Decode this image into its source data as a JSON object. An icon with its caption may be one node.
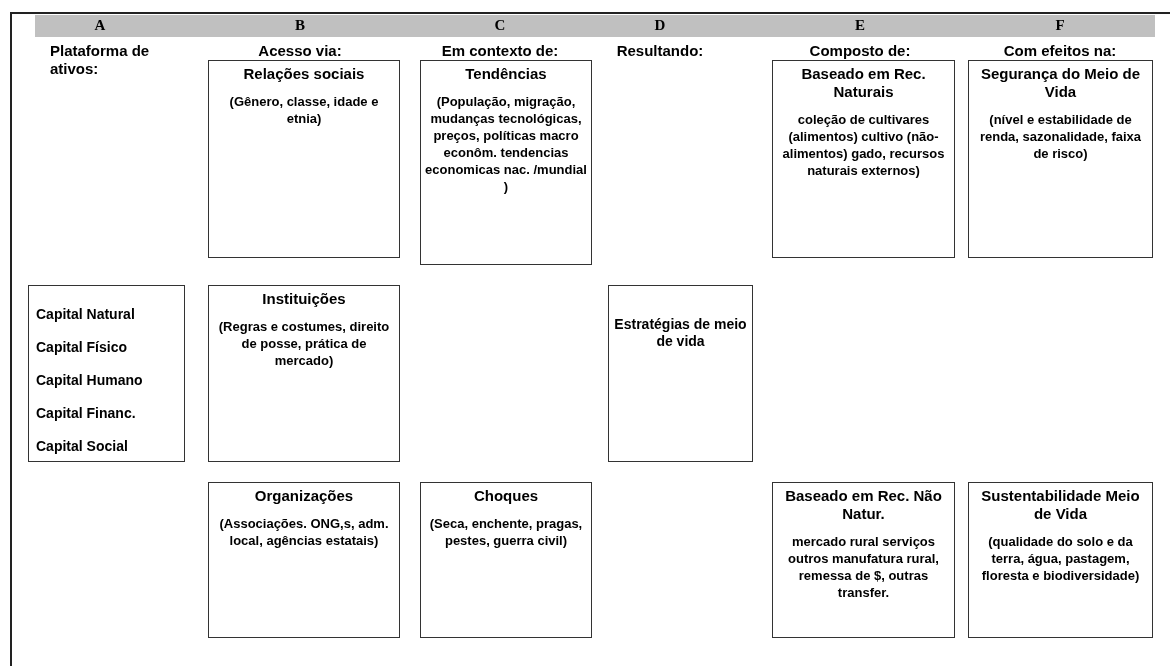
{
  "diagram": {
    "nodes": [
      {
        "text": [
          "Relações sociais",
          "(Gênero, classe, idade e etnia)"
        ]
      },
      {
        "text": [
          "Tendências",
          "(População, migração, mudanças tecnológicas, preços, políticas macro econôm. tendencias economicas nac. /mundial )"
        ]
      },
      {
        "text": [
          "Baseado em Rec. Naturais",
          "coleção de cultivares (alimentos) cultivo (não-alimentos) gado, recursos naturais externos)"
        ]
      },
      {
        "text": [
          "Segurança do Meio de Vida",
          "(nível e estabilidade de renda, sazonalidade, faixa de risco)"
        ]
      },
      {
        "text": [
          "Capital Natural",
          "Capital Físico",
          "Capital Humano",
          "Capital Financ.",
          "Capital Social"
        ]
      },
      {
        "text": [
          "Instituições",
          "(Regras e costumes, direito de posse, prática de mercado)"
        ]
      },
      {
        "text": [
          "Estratégias de meio de vida"
        ]
      },
      {
        "text": [
          "Organizações",
          "(Associações. ONG,s, adm. local, agências estatais)"
        ]
      },
      {
        "text": [
          "Choques",
          "(Seca, enchente, pragas, pestes, guerra civil)"
        ]
      },
      {
        "text": [
          "Baseado em Rec. Não Natur.",
          "mercado rural serviços outros manufatura rural, remessa de $, outras transfer."
        ]
      },
      {
        "text": [
          "Sustentabilidade Meio de Vida",
          "(qualidade do solo e da terra, água, pastagem, floresta e biodiversidade)"
        ]
      }
    ],
    "edges": [],
    "labels": [
      "A",
      "B",
      "C",
      "D",
      "E",
      "F",
      "Plataforma de ativos:",
      "Acesso via:",
      "Em contexto de:",
      "Resultando:",
      "Composto de:",
      "Com efeitos na:"
    ]
  }
}
